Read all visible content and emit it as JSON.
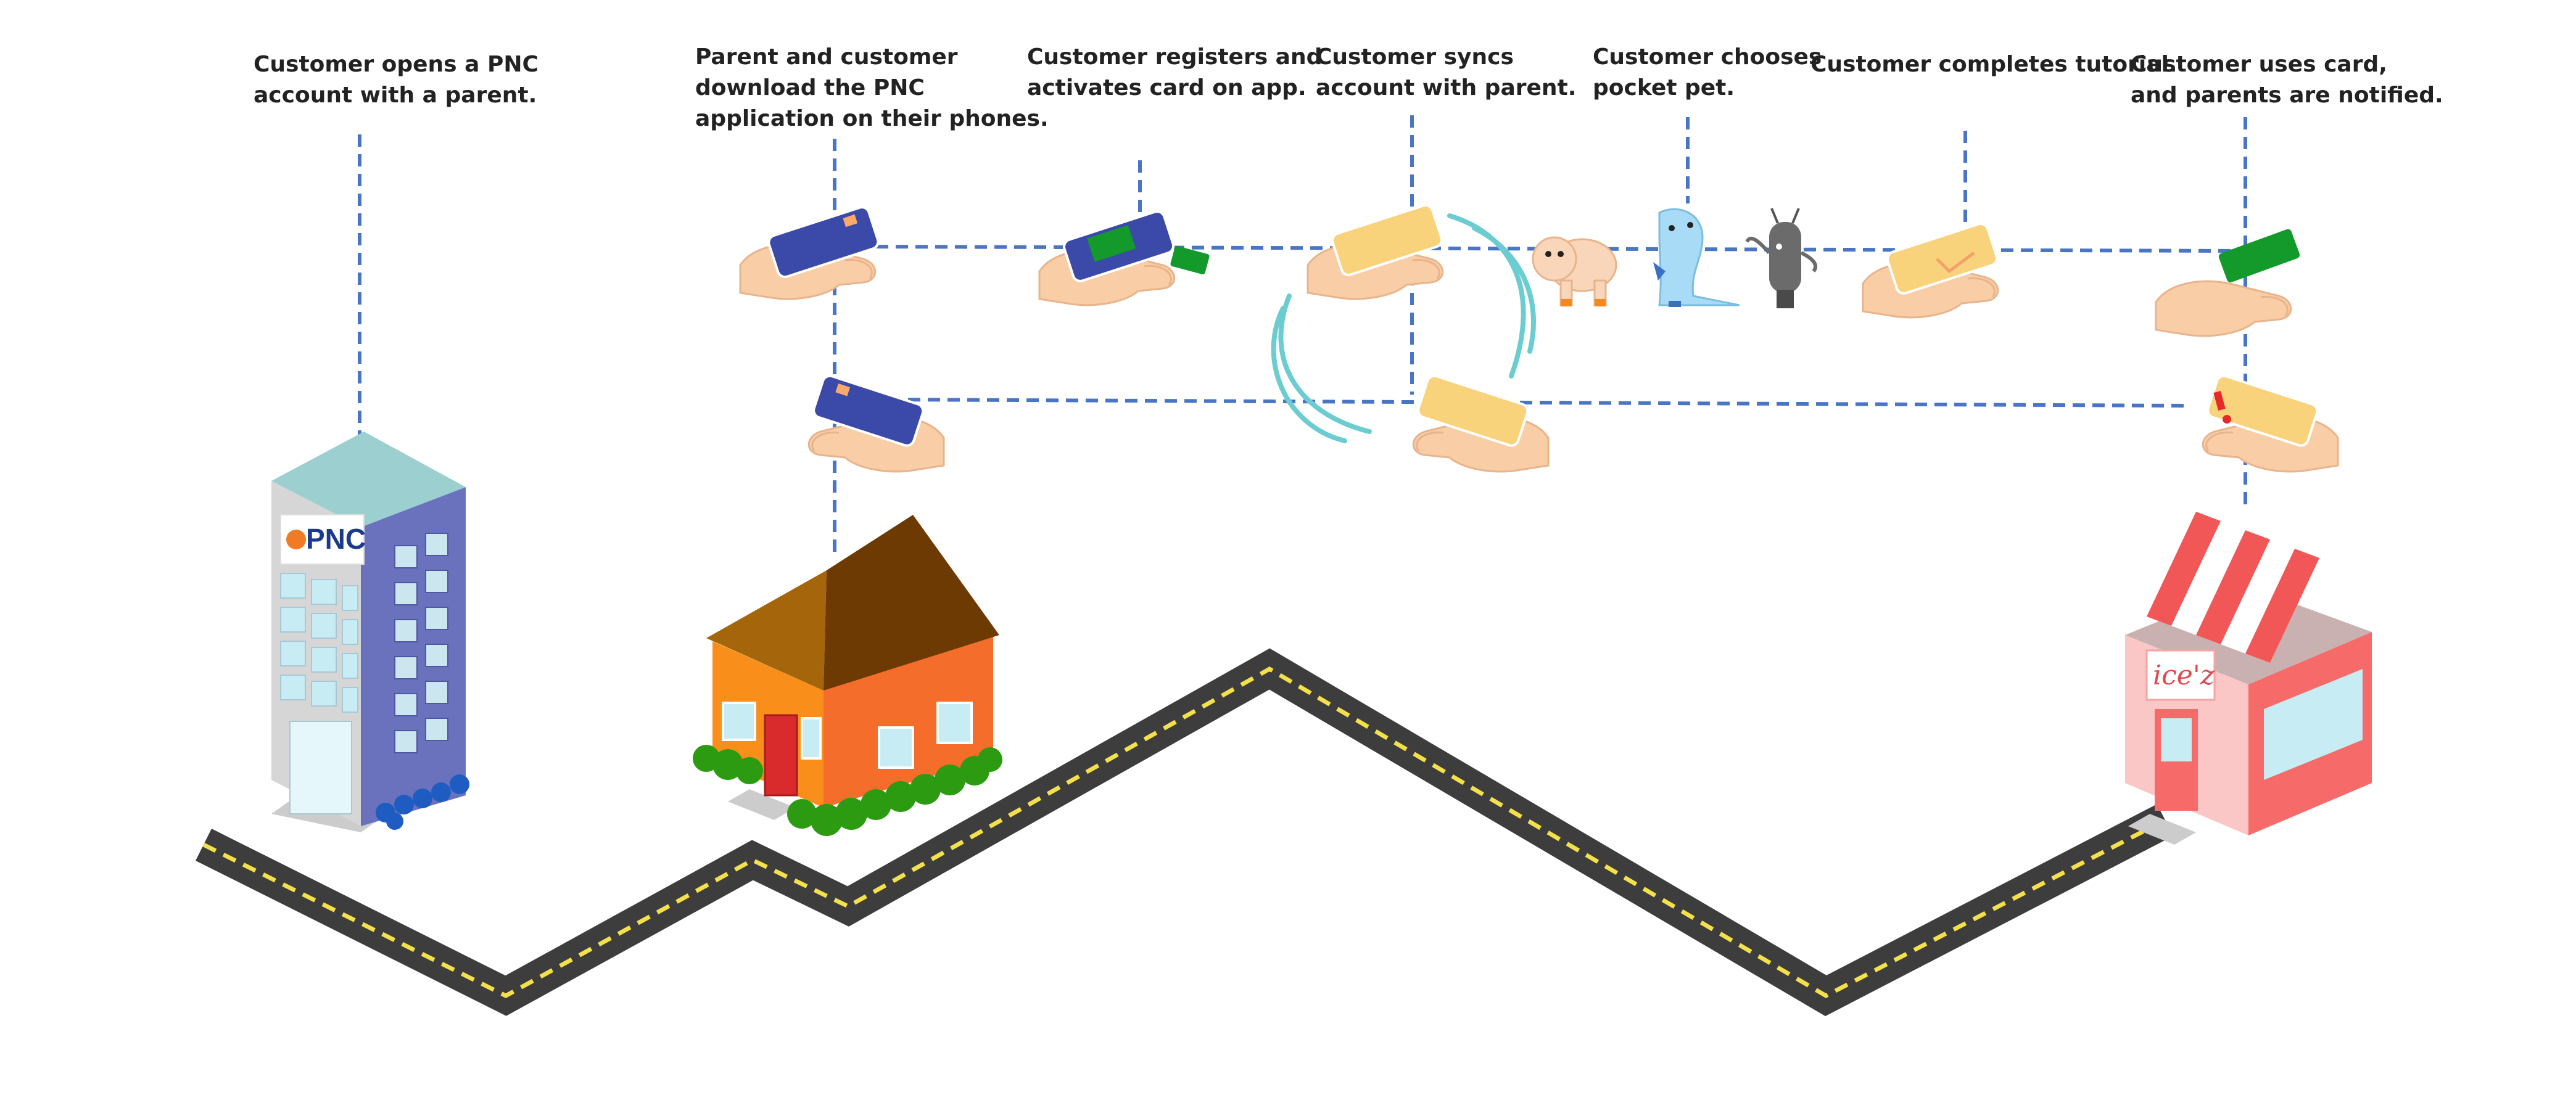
{
  "diagram": {
    "steps": [
      {
        "id": "open-account",
        "label": "Customer opens a PNC\naccount with a parent."
      },
      {
        "id": "download-app",
        "label": "Parent and customer\ndownload the PNC\napplication on their phones."
      },
      {
        "id": "register-card",
        "label": "Customer registers and\nactivates card on app."
      },
      {
        "id": "sync-account",
        "label": "Customer syncs\naccount with parent."
      },
      {
        "id": "choose-pet",
        "label": "Customer chooses\npocket pet."
      },
      {
        "id": "tutorial",
        "label": "Customer completes tutorial."
      },
      {
        "id": "use-card",
        "label": "Customer uses card,\nand parents are notified."
      }
    ],
    "bank_logo": "PNC",
    "shop_sign": "ice'z",
    "colors": {
      "connector": "#4a74c4",
      "road": "#3d3d3d",
      "road_stripe": "#f4e04a",
      "hand": "#f9cda6",
      "phone_blue": "#3b4aa8",
      "phone_yellow": "#f9d37b",
      "card_green": "#139a2b",
      "sync_arc": "#6ccdd0",
      "bank_roof": "#9ccfd0",
      "bank_side": "#6a71bd",
      "house_wall": "#f98f1a",
      "house_roof": "#7a4708",
      "shop_wall": "#f76a6a",
      "shop_awning": "#f25757"
    },
    "icons": [
      "bank-building-icon",
      "house-icon",
      "shop-icon",
      "hand-phone-icon",
      "dog-pet-icon",
      "dino-pet-icon",
      "robot-pet-icon",
      "payment-card-icon",
      "alert-icon",
      "check-icon"
    ]
  }
}
